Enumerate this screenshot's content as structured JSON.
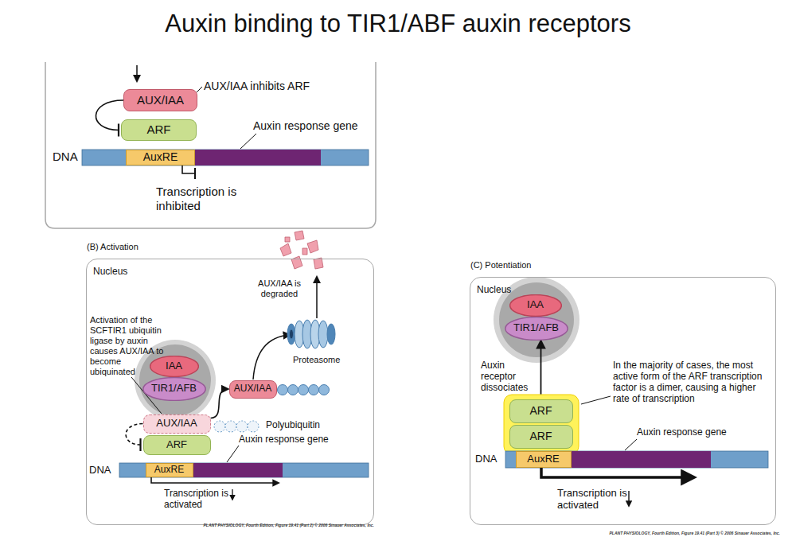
{
  "diagram": {
    "title": "Auxin binding to TIR1/ABF auxin receptors",
    "nodes": [
      {
        "text": [
          "AUX/IAA"
        ]
      },
      {
        "text": [
          "ARF"
        ]
      },
      {
        "text": [
          "AuxRE"
        ]
      },
      {
        "text": [
          "(B) Activation",
          "Nucleus"
        ]
      },
      {
        "text": [
          "IAA"
        ],
        "in": 3
      },
      {
        "text": [
          "TIR1/AFB"
        ],
        "in": 3
      },
      {
        "text": [
          "AUX/IAA"
        ],
        "in": 3
      },
      {
        "text": [
          "ARF"
        ],
        "in": 3
      },
      {
        "text": [
          "AuxRE"
        ],
        "in": 3
      },
      {
        "text": [
          "AUX/IAA"
        ],
        "in": 3
      },
      {
        "text": [
          "(C) Potentiation",
          "Nucleus"
        ]
      },
      {
        "text": [
          "IAA"
        ],
        "in": 10
      },
      {
        "text": [
          "TIR1/AFB"
        ],
        "in": 10
      },
      {
        "text": [
          "ARF"
        ],
        "in": 10
      },
      {
        "text": [
          "ARF"
        ],
        "in": 10
      },
      {
        "text": [
          "AuxRE"
        ],
        "in": 10
      }
    ],
    "edges": [
      {
        "from": 0,
        "to": 1,
        "arrow": "to"
      },
      {
        "from": 6,
        "to": 7,
        "arrow": "to"
      },
      {
        "from": 6,
        "to": 9,
        "arrow": "to"
      },
      {
        "from": 13,
        "to": 12,
        "arrow": "to"
      }
    ],
    "labels": [
      "AUX/IAA inhibits ARF",
      "DNA",
      "Auxin response gene",
      "Transcription is inhibited",
      "Activation of the SCFTIR1 ubiquitin ligase by auxin causes AUX/IAA to become ubiquinated",
      "AUX/IAA is degraded",
      "Proteasome",
      "Polyubiquitin",
      "DNA",
      "Auxin response gene",
      "Transcription is activated",
      "PLANT PHYSIOLOGY, Fourth Edition, Figure 19.41 (Part 2) © 2006 Sinauer Associates, Inc.",
      "Auxin receptor dissociates",
      "In the majority of cases, the most active form of the ARF transcription factor is a dimer, causing a higher rate of transcription",
      "DNA",
      "Auxin response gene",
      "Transcription is activated",
      "PLANT PHYSIOLOGY, Fourth Edition, Figure 19.41 (Part 3) © 2006 Sinauer Associates, Inc."
    ]
  }
}
